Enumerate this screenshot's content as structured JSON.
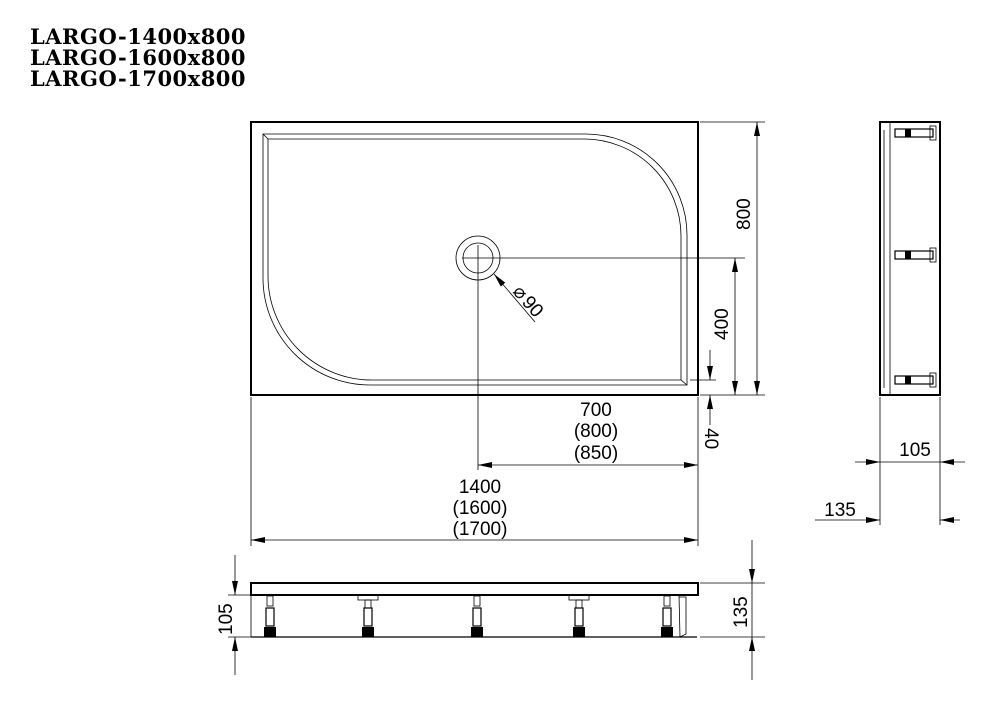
{
  "title_lines": [
    "LARGO-1400x800",
    "LARGO-1600x800",
    "LARGO-1700x800"
  ],
  "top_view": {
    "height_label": "800",
    "drain_offset_label": "400",
    "drain_diameter_label": "90",
    "drain_diameter_symbol": "⌀",
    "rim_label": "40",
    "drain_x_labels": [
      "700",
      "(800)",
      "(850)"
    ],
    "length_labels": [
      "1400",
      "(1600)",
      "(1700)"
    ]
  },
  "side_view": {
    "inner_height_label": "105",
    "total_height_label": "135"
  },
  "front_view": {
    "inner_height_label": "105",
    "total_height_label": "135"
  }
}
